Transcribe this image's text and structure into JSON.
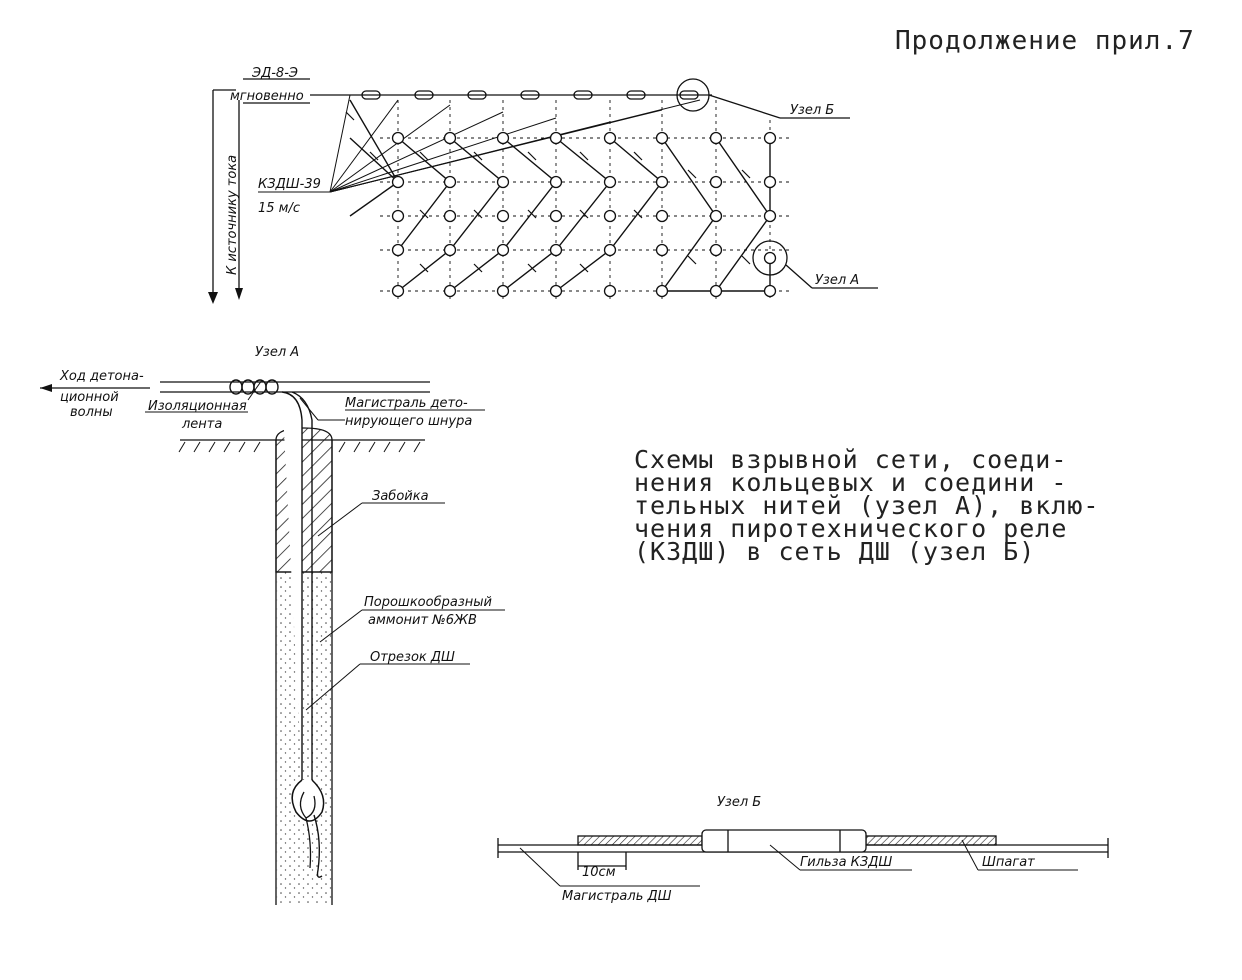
{
  "header": "Продолжение прил.7",
  "caption_lines": [
    "Схемы взрывной сети, соеди-",
    "нения кольцевых и соедини -",
    "тельных нитей (узел А), вклю-",
    "чения пиротехнического реле",
    "(КЗДШ) в сеть ДШ (узел Б)"
  ],
  "network": {
    "detonator_label": "ЭД-8-Э",
    "instant_label": "мгновенно",
    "source_label": "К источнику тока",
    "relay_label": "КЗДШ-39",
    "relay_delay": "15 м/с",
    "node_b_label": "Узел Б",
    "node_a_label": "Узел А"
  },
  "node_a": {
    "title": "Узел А",
    "wave_label_1": "Ход детона-",
    "wave_label_2": "ционной",
    "wave_label_3": "волны",
    "tape_label_1": "Изоляционная",
    "tape_label_2": "лента",
    "main_label_1": "Магистраль дето-",
    "main_label_2": "нирующего шнура",
    "stemming_label": "Забойка",
    "explosive_label_1": "Порошкообразный",
    "explosive_label_2": "аммонит №6ЖВ",
    "segment_label": "Отрезок ДШ"
  },
  "node_b": {
    "title": "Узел Б",
    "length_label": "10см",
    "main_label": "Магистраль ДШ",
    "sleeve_label": "Гильза КЗДШ",
    "twine_label": "Шпагат"
  }
}
